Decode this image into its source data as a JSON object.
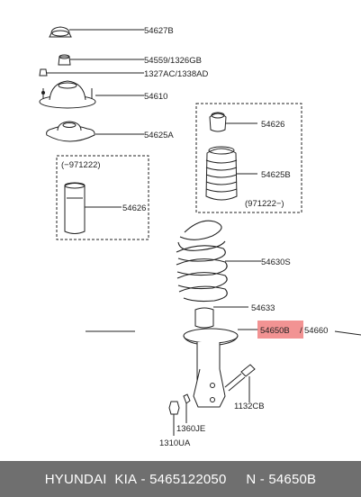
{
  "callouts": {
    "p54627b": "54627B",
    "p54559": "54559/1326GB",
    "p1327ac": "1327AC/1338AD",
    "p54610": "54610",
    "p54625a": "54625A",
    "p54626_right": "54626",
    "p54625b": "54625B",
    "p54626_left": "54626",
    "p54630s": "54630S",
    "p54633": "54633",
    "p54650b": "54650B",
    "p54660_sep": "/",
    "p54660": "54660",
    "p1132cb": "1132CB",
    "p1360je": "1360JE",
    "p1310ua": "1310UA"
  },
  "date_notes": {
    "left_box": "(−971222)",
    "right_box": "(971222−)"
  },
  "highlight_color": "#f08080",
  "footer": {
    "brand": "HYUNDAI  KIA",
    "part_number": "5465122050",
    "callout": "N - 54650B"
  }
}
